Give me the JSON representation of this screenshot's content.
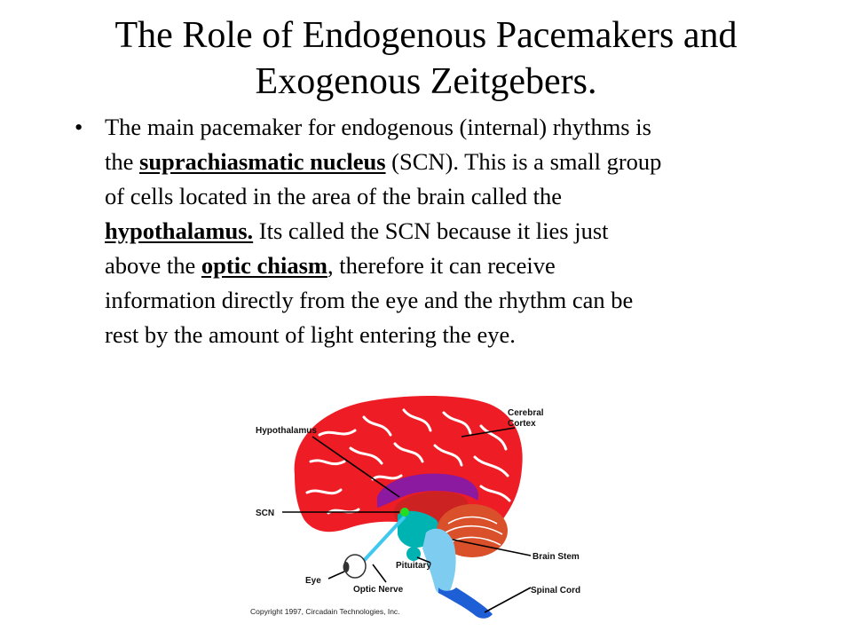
{
  "slide": {
    "title": {
      "line1": "The Role of Endogenous Pacemakers and",
      "line2": "Exogenous Zeitgebers."
    },
    "bullet": {
      "marker": "•",
      "l1": "The main pacemaker for endogenous (internal) rhythms is",
      "l2_a": "the ",
      "l2_term": "suprachiasmatic nucleus",
      "l2_b": " (SCN). This is a small group",
      "l3": "of cells located in the area of the brain called the",
      "l4_term": "hypothalamus.",
      "l4_b": " Its called the SCN because it lies just",
      "l5_a": "above the ",
      "l5_term": "optic chiasm",
      "l5_b": ", therefore it can receive",
      "l6": "information directly from the eye and the rhythm can be",
      "l7": "rest by the amount of light entering the eye."
    }
  },
  "figure": {
    "labels": {
      "hypothalamus": "Hypothalamus",
      "cerebral": "Cerebral",
      "cortex": "Cortex",
      "scn": "SCN",
      "brain_stem": "Brain Stem",
      "pituitary": "Pituitary",
      "eye": "Eye",
      "optic_nerve": "Optic Nerve",
      "spinal_cord": "Spinal Cord"
    },
    "copyright": "Copyright 1997, Circadain Technologies, Inc.",
    "colors": {
      "cortex": "#ee1c24",
      "cortex_sulci": "#ffffff",
      "corpus_callosum": "#8b1aa0",
      "thalamus": "#cc2222",
      "hypothalamus": "#00b3b3",
      "scn": "#22dd22",
      "cerebellum": "#d9502a",
      "brain_stem": "#7ecdf0",
      "spinal_cord": "#1e5fd6",
      "optic_nerve": "#40c8f0"
    }
  }
}
